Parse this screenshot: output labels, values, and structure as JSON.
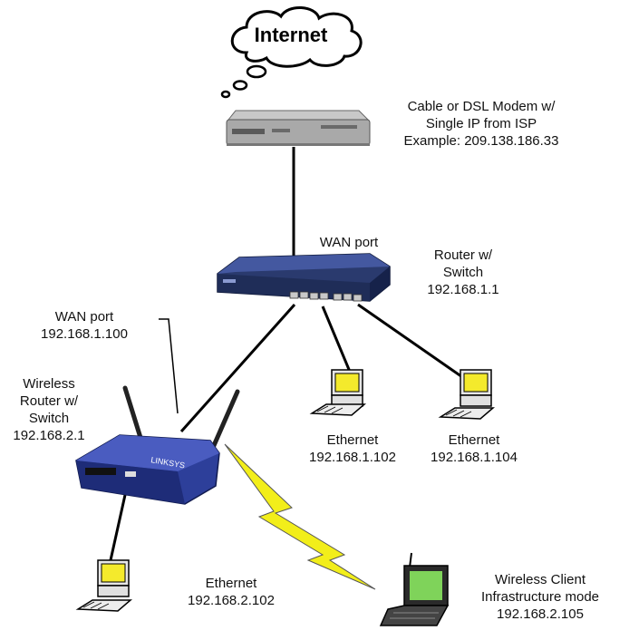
{
  "cloud": {
    "label": "Internet"
  },
  "modem": {
    "lines": [
      "Cable or DSL Modem w/",
      "Single IP from ISP",
      "Example: 209.138.186.33"
    ]
  },
  "router_wan": {
    "label": "WAN port"
  },
  "router": {
    "lines": [
      "Router w/",
      "Switch",
      "192.168.1.1"
    ]
  },
  "wireless_wan": {
    "lines": [
      "WAN port",
      "192.168.1.100"
    ]
  },
  "wireless_router": {
    "lines": [
      "Wireless",
      "Router w/",
      "Switch",
      "192.168.2.1"
    ]
  },
  "pc_102": {
    "lines": [
      "Ethernet",
      "192.168.1.102"
    ]
  },
  "pc_104": {
    "lines": [
      "Ethernet",
      "192.168.1.104"
    ]
  },
  "pc_2_102": {
    "lines": [
      "Ethernet",
      "192.168.2.102"
    ]
  },
  "laptop": {
    "lines": [
      "Wireless Client",
      "Infrastructure mode",
      "192.168.2.105"
    ]
  },
  "colors": {
    "router_blue": "#2a3a6e",
    "wireless_blue": "#2d3f9a",
    "lightning": "#f2ee1a",
    "monitor": "#f4ea2c",
    "laptop_screen": "#7fd35a"
  }
}
